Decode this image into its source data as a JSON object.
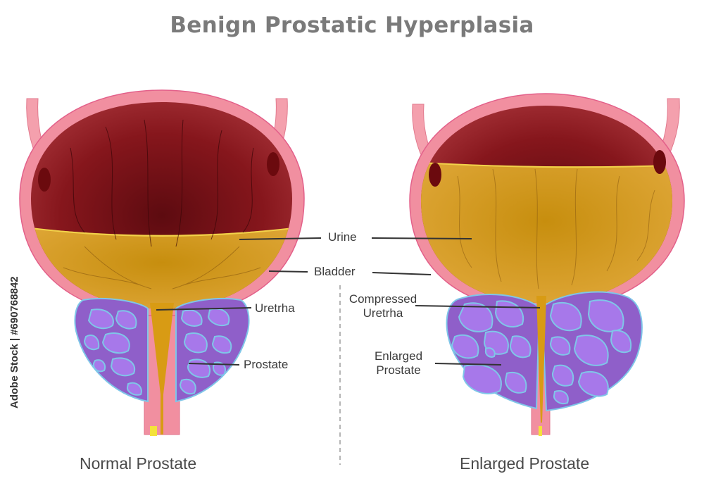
{
  "title": "Benign Prostatic Hyperplasia",
  "labels": {
    "urine": "Urine",
    "bladder": "Bladder",
    "uretrha": "Uretrha",
    "prostate": "Prostate",
    "compressed_line1": "Compressed",
    "compressed_line2": "Uretrha",
    "enlarged_line1": "Enlarged",
    "enlarged_line2": "Prostate"
  },
  "captions": {
    "left": "Normal Prostate",
    "right": "Enlarged Prostate"
  },
  "stock_id": "Adobe Stock | #690768842",
  "colors": {
    "bladder_wall": "#f18fa0",
    "bladder_inner": "#8e1f24",
    "urine": "#d89b14",
    "prostate": "#8f5fc9",
    "prostate_lobule": "#a778ea",
    "lobule_edge": "#7fc6e8",
    "title": "#7a7a7a"
  }
}
